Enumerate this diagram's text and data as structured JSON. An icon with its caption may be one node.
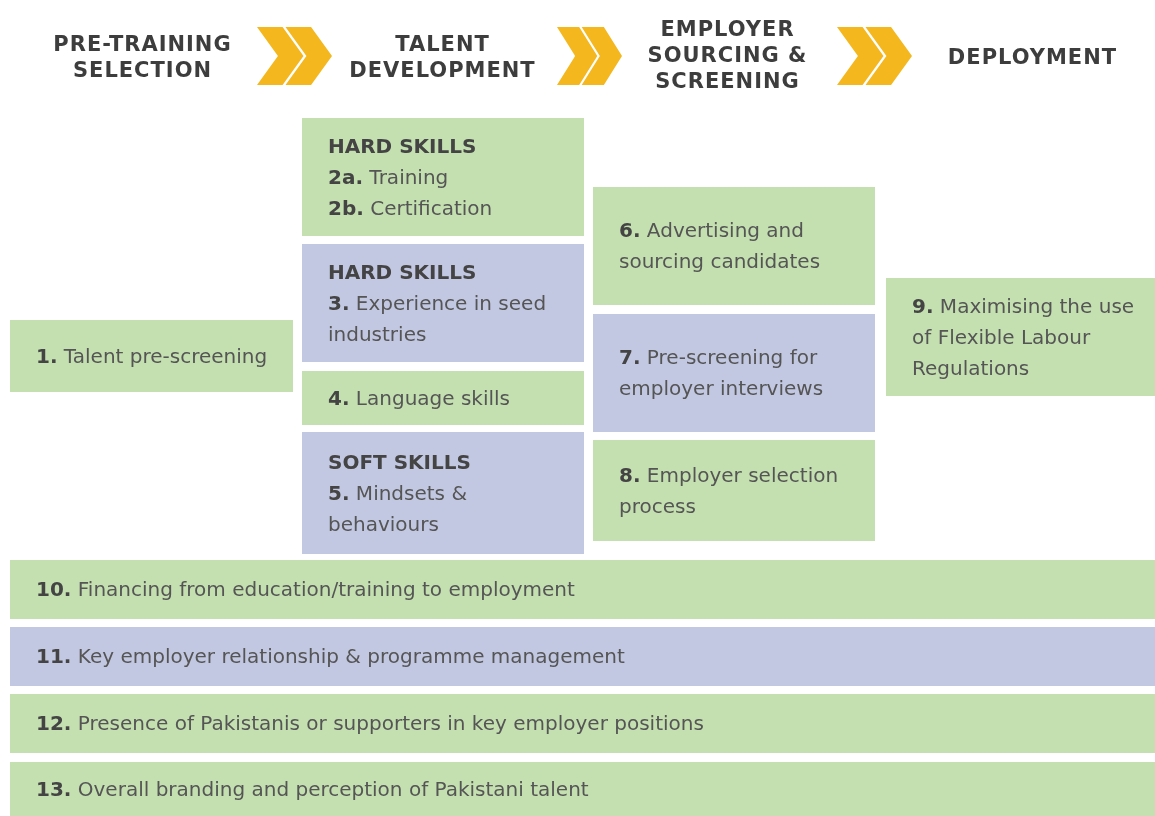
{
  "diagram": {
    "nodes": [
      {
        "text": [
          "PRE-TRAINING SELECTION"
        ]
      },
      {
        "text": [
          "TALENT DEVELOPMENT"
        ]
      },
      {
        "text": [
          "EMPLOYER SOURCING & SCREENING"
        ]
      },
      {
        "text": [
          "DEPLOYMENT"
        ]
      },
      {
        "text": [
          "**1.** Talent pre-screening"
        ]
      },
      {
        "text": [
          "HARD SKILLS",
          "**2a.** Training",
          "**2b.** Certification"
        ]
      },
      {
        "text": [
          "HARD SKILLS",
          "**3.** Experience in seed industries"
        ]
      },
      {
        "text": [
          "**4.** Language skills"
        ]
      },
      {
        "text": [
          "SOFT SKILLS",
          "**5.** Mindsets & behaviours"
        ]
      },
      {
        "text": [
          "**6.** Advertising and sourcing candidates"
        ]
      },
      {
        "text": [
          "**7.** Pre-screening for employer interviews"
        ]
      },
      {
        "text": [
          "**8.** Employer selection process"
        ]
      },
      {
        "text": [
          "**9.** Maximising the use of Flexible Labour Regulations"
        ]
      },
      {
        "text": [
          "**10.** Financing from education/training to employment"
        ]
      },
      {
        "text": [
          "**11.** Key employer relationship & programme management"
        ]
      },
      {
        "text": [
          "**12.** Presence of Pakistanis or supporters in key employer positions"
        ]
      },
      {
        "text": [
          "**13.** Overall branding and perception of Pakistani talent"
        ]
      }
    ],
    "edges": [
      {
        "from": 0,
        "to": 1,
        "arrow": "to"
      },
      {
        "from": 1,
        "to": 2,
        "arrow": "to"
      },
      {
        "from": 2,
        "to": 3,
        "arrow": "to"
      }
    ]
  }
}
